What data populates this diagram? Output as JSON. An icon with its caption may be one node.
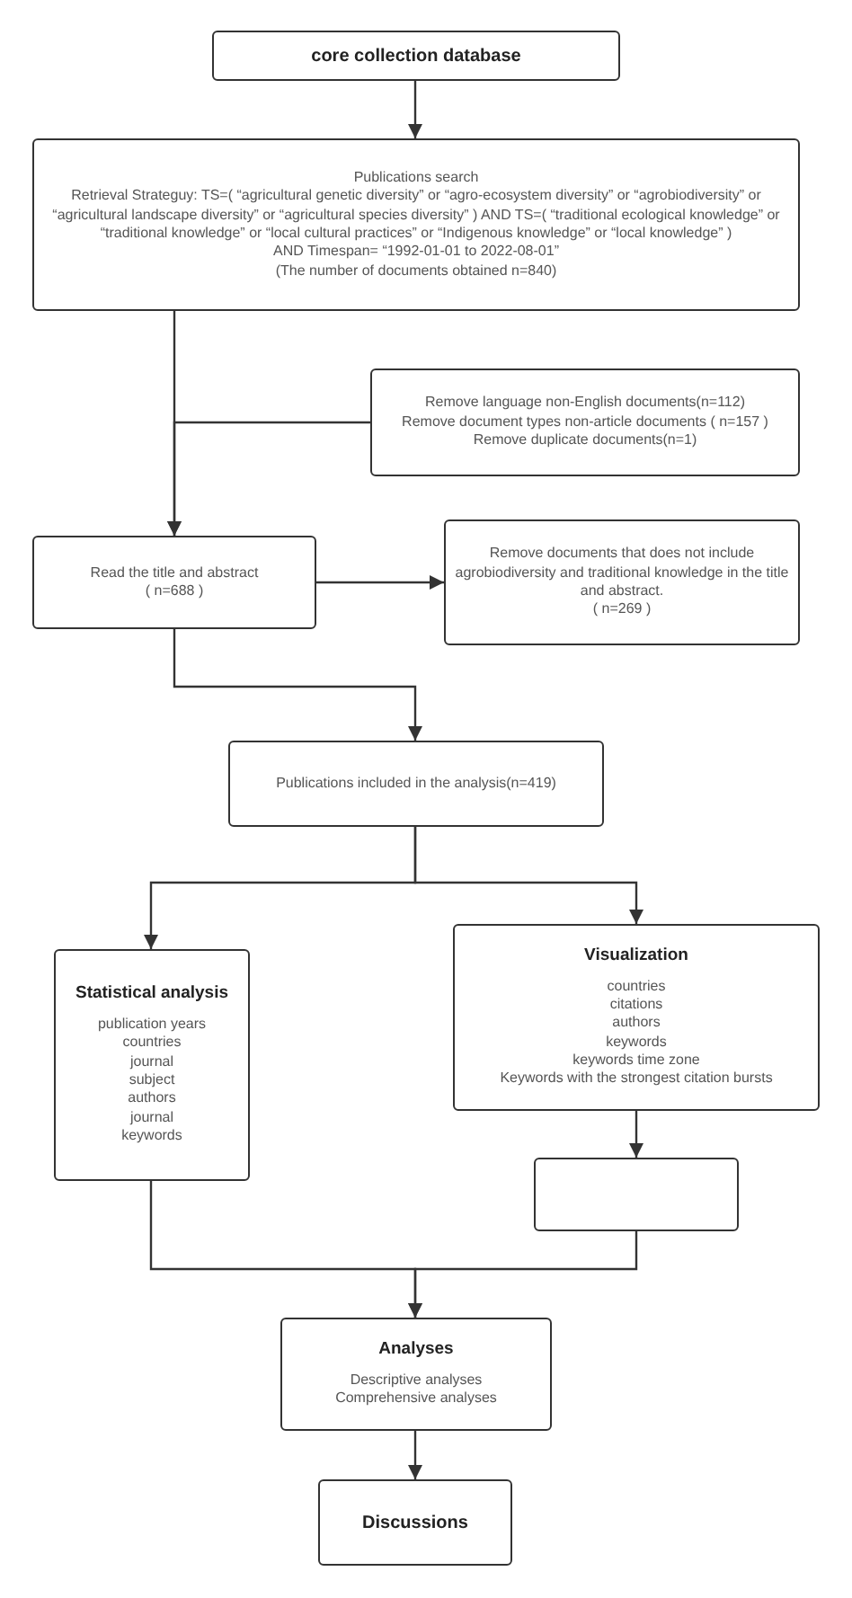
{
  "diagram": {
    "nodes": [
      {
        "text": [
          "core collection database"
        ]
      },
      {
        "text": [
          "Publications search",
          "Retrieval Strateguy: TS=( “agricultural genetic diversity” or “agro-ecosystem diversity” or “agrobiodiversity” or “agricultural landscape diversity” or “agricultural species diversity” ) AND TS=( “traditional ecological knowledge” or “traditional knowledge” or “local cultural practices” or “Indigenous knowledge” or “local knowledge” )",
          "AND Timespan= “1992-01-01 to 2022-08-01”",
          "(The number of documents obtained n=840)"
        ]
      },
      {
        "text": [
          "Remove language non-English documents(n=112)",
          "Remove document types non-article documents ( n=157 )",
          "Remove duplicate documents(n=1)"
        ]
      },
      {
        "text": [
          "Read the title and abstract",
          "( n=688 )"
        ]
      },
      {
        "text": [
          "Remove documents that does not include agrobiodiversity and traditional knowledge in the title and abstract.",
          "( n=269 )"
        ]
      },
      {
        "text": [
          "Publications included in the analysis(n=419)"
        ]
      },
      {
        "text": [
          "Statistical analysis",
          "publication years",
          "countries",
          "journal",
          "subject",
          "authors",
          "journal",
          "keywords"
        ]
      },
      {
        "text": [
          "Visualization",
          "countries",
          "citations",
          "authors",
          "keywords",
          "keywords time zone",
          "Keywords with the strongest citation bursts"
        ]
      },
      {
        "text": [],
        "shape": "box"
      },
      {
        "text": [
          "Analyses",
          "Descriptive analyses",
          "Comprehensive analyses"
        ]
      },
      {
        "text": [
          "Discussions"
        ]
      }
    ],
    "edges": [
      {
        "from": 0,
        "to": 1,
        "arrow": "to"
      },
      {
        "from": 1,
        "to": 3,
        "arrow": "to"
      },
      {
        "from": 2,
        "to": 3,
        "arrow": "to"
      },
      {
        "from": 3,
        "to": 4,
        "arrow": "to"
      },
      {
        "from": 3,
        "to": 5,
        "arrow": "to"
      },
      {
        "from": 5,
        "to": 6,
        "arrow": "to"
      },
      {
        "from": 5,
        "to": 7,
        "arrow": "to"
      },
      {
        "from": 7,
        "to": 8,
        "arrow": "to"
      },
      {
        "from": 6,
        "to": 9,
        "arrow": "to"
      },
      {
        "from": 8,
        "to": 9,
        "arrow": "to"
      },
      {
        "from": 9,
        "to": 10,
        "arrow": "to"
      }
    ]
  }
}
